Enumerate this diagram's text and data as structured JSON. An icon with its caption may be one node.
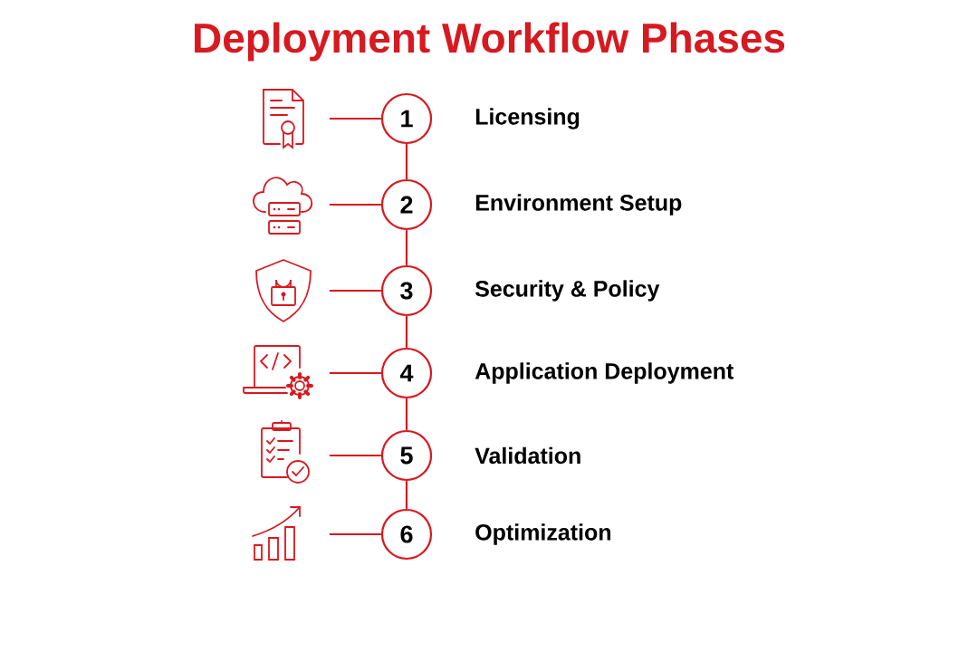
{
  "diagram": {
    "title": "Deployment Workflow Phases",
    "nodes": [
      {
        "text": [],
        "shape": "picture"
      },
      {
        "text": [
          "1"
        ],
        "beside": [
          "Licensing"
        ]
      },
      {
        "text": [],
        "shape": "picture"
      },
      {
        "text": [
          "2"
        ],
        "beside": [
          "Environment Setup"
        ]
      },
      {
        "text": [],
        "shape": "picture"
      },
      {
        "text": [
          "3"
        ],
        "beside": [
          "Security & Policy"
        ]
      },
      {
        "text": [],
        "shape": "picture"
      },
      {
        "text": [
          "4"
        ],
        "beside": [
          "Application Deployment"
        ]
      },
      {
        "text": [],
        "shape": "picture"
      },
      {
        "text": [
          "5"
        ],
        "beside": [
          "Validation"
        ]
      },
      {
        "text": [],
        "shape": "picture"
      },
      {
        "text": [
          "6"
        ],
        "beside": [
          "Optimization"
        ]
      }
    ],
    "edges": [
      {
        "from": 0,
        "to": 1,
        "arrow": "none"
      },
      {
        "from": 2,
        "to": 3,
        "arrow": "none"
      },
      {
        "from": 4,
        "to": 5,
        "arrow": "none"
      },
      {
        "from": 6,
        "to": 7,
        "arrow": "none"
      },
      {
        "from": 8,
        "to": 9,
        "arrow": "none"
      },
      {
        "from": 10,
        "to": 11,
        "arrow": "none"
      },
      {
        "from": 1,
        "to": 3,
        "arrow": "none"
      },
      {
        "from": 3,
        "to": 5,
        "arrow": "none"
      },
      {
        "from": 5,
        "to": 7,
        "arrow": "none"
      },
      {
        "from": 7,
        "to": 9,
        "arrow": "none"
      },
      {
        "from": 9,
        "to": 11,
        "arrow": "none"
      }
    ]
  }
}
